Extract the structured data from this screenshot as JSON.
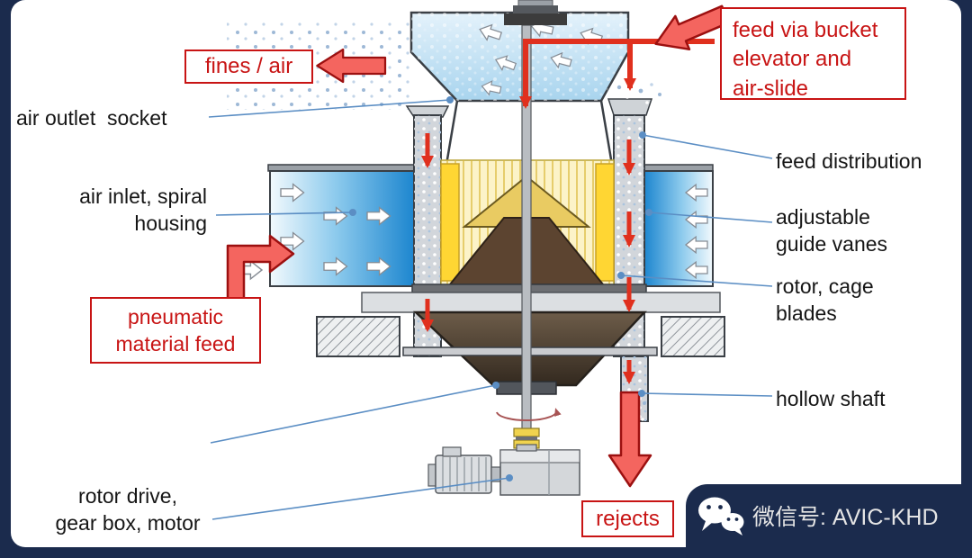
{
  "colors": {
    "background_navy": "#1b2b4d",
    "accent_red": "#c81414",
    "arrow_red_fill": "#f4655f",
    "arrow_red_outline": "#9c1010",
    "leader_blue": "#5b8ec4",
    "housing_blue": "#1d86cf",
    "funnel_light_blue": "#bfe0f3",
    "rotor_yellow": "#ffd633",
    "cone_brown": "#5c4430",
    "steel_gray": "#d2d6db"
  },
  "labels": {
    "fines_air": "fines / air",
    "feed_via": [
      "feed via bucket",
      "elevator and",
      "air-slide"
    ],
    "air_outlet": "air outlet  socket",
    "air_inlet": [
      "air inlet, spiral",
      "housing"
    ],
    "pneumatic": [
      "pneumatic",
      "material feed"
    ],
    "feed_distribution": "feed distribution",
    "guide_vanes": [
      "adjustable",
      "guide vanes"
    ],
    "rotor_cage": [
      "rotor, cage",
      "blades"
    ],
    "hollow_shaft": "hollow shaft",
    "rotor_drive": [
      "rotor drive,",
      "gear box, motor"
    ],
    "rejects": "rejects"
  },
  "watermark": {
    "text": "微信号: AVIC-KHD",
    "icon": "wechat-icon"
  }
}
